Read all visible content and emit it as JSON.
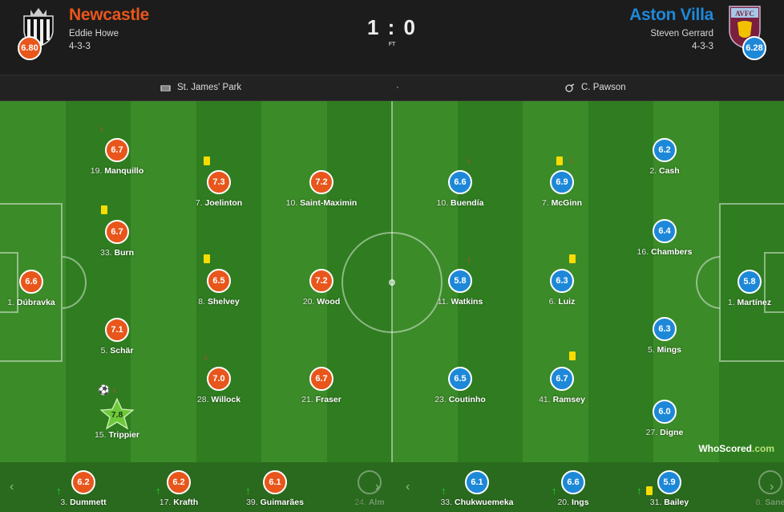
{
  "header": {
    "home": {
      "name": "Newcastle",
      "manager": "Eddie Howe",
      "formation": "4-3-3",
      "rating": "6.80",
      "color": "#e8561c"
    },
    "away": {
      "name": "Aston Villa",
      "manager": "Steven Gerrard",
      "formation": "4-3-3",
      "rating": "6.28",
      "color": "#1e88d8",
      "crest_text": "AVFC"
    },
    "score": "1 : 0",
    "status": "FT"
  },
  "info": {
    "venue": "St. James' Park",
    "separator": "·",
    "referee": "C. Pawson"
  },
  "home_players": [
    {
      "num": "19.",
      "name": "Manquillo",
      "rating": "6.7"
    },
    {
      "num": "33.",
      "name": "Burn",
      "rating": "6.7"
    },
    {
      "num": "1.",
      "name": "Dúbravka",
      "rating": "6.6"
    },
    {
      "num": "5.",
      "name": "Schär",
      "rating": "7.1"
    },
    {
      "num": "15.",
      "name": "Trippier",
      "rating": "7.8"
    },
    {
      "num": "7.",
      "name": "Joelinton",
      "rating": "7.3"
    },
    {
      "num": "8.",
      "name": "Shelvey",
      "rating": "6.5"
    },
    {
      "num": "28.",
      "name": "Willock",
      "rating": "7.0"
    },
    {
      "num": "10.",
      "name": "Saint-Maximin",
      "rating": "7.2"
    },
    {
      "num": "20.",
      "name": "Wood",
      "rating": "7.2"
    },
    {
      "num": "21.",
      "name": "Fraser",
      "rating": "6.7"
    }
  ],
  "away_players": [
    {
      "num": "10.",
      "name": "Buendía",
      "rating": "6.6"
    },
    {
      "num": "11.",
      "name": "Watkins",
      "rating": "5.8"
    },
    {
      "num": "23.",
      "name": "Coutinho",
      "rating": "6.5"
    },
    {
      "num": "7.",
      "name": "McGinn",
      "rating": "6.9"
    },
    {
      "num": "6.",
      "name": "Luiz",
      "rating": "6.3"
    },
    {
      "num": "41.",
      "name": "Ramsey",
      "rating": "6.7"
    },
    {
      "num": "2.",
      "name": "Cash",
      "rating": "6.2"
    },
    {
      "num": "16.",
      "name": "Chambers",
      "rating": "6.4"
    },
    {
      "num": "5.",
      "name": "Mings",
      "rating": "6.3"
    },
    {
      "num": "27.",
      "name": "Digne",
      "rating": "6.0"
    },
    {
      "num": "1.",
      "name": "Martínez",
      "rating": "5.8"
    }
  ],
  "bench": {
    "home": [
      {
        "num": "3.",
        "name": "Dummett",
        "rating": "6.2"
      },
      {
        "num": "17.",
        "name": "Krafth",
        "rating": "6.2"
      },
      {
        "num": "39.",
        "name": "Guimarães",
        "rating": "6.1"
      },
      {
        "num": "24.",
        "name": "Alm",
        "rating": ""
      }
    ],
    "away": [
      {
        "num": "33.",
        "name": "Chukwuemeka",
        "rating": "6.1"
      },
      {
        "num": "20.",
        "name": "Ings",
        "rating": "6.6"
      },
      {
        "num": "31.",
        "name": "Bailey",
        "rating": "5.9"
      },
      {
        "num": "8.",
        "name": "Sane",
        "rating": ""
      }
    ],
    "prev_arrow": "‹",
    "next_arrow": "›"
  },
  "branding": {
    "logo": "WhoScored",
    "suffix": ".com"
  },
  "icons": {
    "sub_off": "↓",
    "sub_on": "↑",
    "ball": "⚽",
    "stadium": "stadium-icon",
    "whistle": "whistle-icon"
  }
}
